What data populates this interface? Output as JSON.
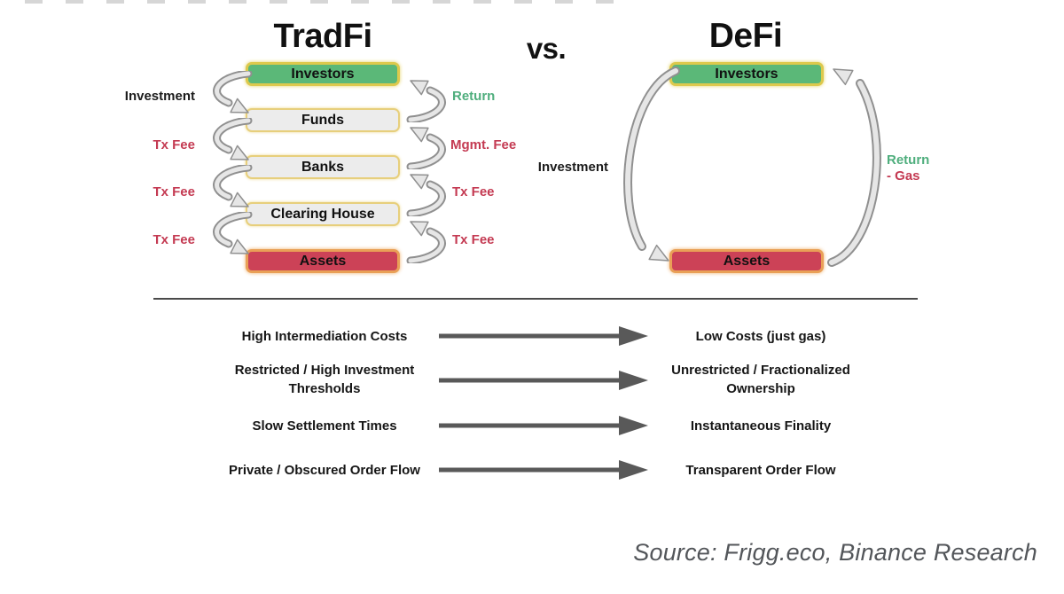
{
  "header": {
    "tradfi_title": "TradFi",
    "versus": "vs.",
    "defi_title": "DeFi"
  },
  "tradfi": {
    "boxes": [
      {
        "label": "Investors",
        "color": "green"
      },
      {
        "label": "Funds",
        "color": "gray"
      },
      {
        "label": "Banks",
        "color": "gray"
      },
      {
        "label": "Clearing House",
        "color": "gray"
      },
      {
        "label": "Assets",
        "color": "red"
      }
    ],
    "left_flow_labels": [
      {
        "text": "Investment",
        "color": "black"
      },
      {
        "text": "Tx Fee",
        "color": "red"
      },
      {
        "text": "Tx Fee",
        "color": "red"
      },
      {
        "text": "Tx Fee",
        "color": "red"
      }
    ],
    "right_flow_labels": [
      {
        "text": "Return",
        "color": "green"
      },
      {
        "text": "Mgmt. Fee",
        "color": "red"
      },
      {
        "text": "Tx Fee",
        "color": "red"
      },
      {
        "text": "Tx Fee",
        "color": "red"
      }
    ]
  },
  "defi": {
    "boxes": [
      {
        "label": "Investors",
        "color": "green"
      },
      {
        "label": "Assets",
        "color": "red"
      }
    ],
    "investment_label": "Investment",
    "return_label": "Return",
    "gas_label": "- Gas"
  },
  "comparison": {
    "rows": [
      {
        "left": "High Intermediation Costs",
        "right": "Low Costs (just gas)"
      },
      {
        "left": "Restricted / High Investment Thresholds",
        "right": "Unrestricted / Fractionalized Ownership"
      },
      {
        "left": "Slow Settlement Times",
        "right": "Instantaneous Finality"
      },
      {
        "left": "Private / Obscured Order Flow",
        "right": "Transparent Order Flow"
      }
    ]
  },
  "footer": {
    "source": "Source: Frigg.eco, Binance Research"
  },
  "colors": {
    "green_box": "#5bb878",
    "gray_box": "#ececec",
    "red_box": "#cc4257",
    "yellow_border": "#e7cf7c",
    "orange_border": "#e9a057",
    "green_text": "#4fae7d",
    "red_text": "#c43a52",
    "arrow_gray": "#595959",
    "source_gray": "#53565a"
  }
}
